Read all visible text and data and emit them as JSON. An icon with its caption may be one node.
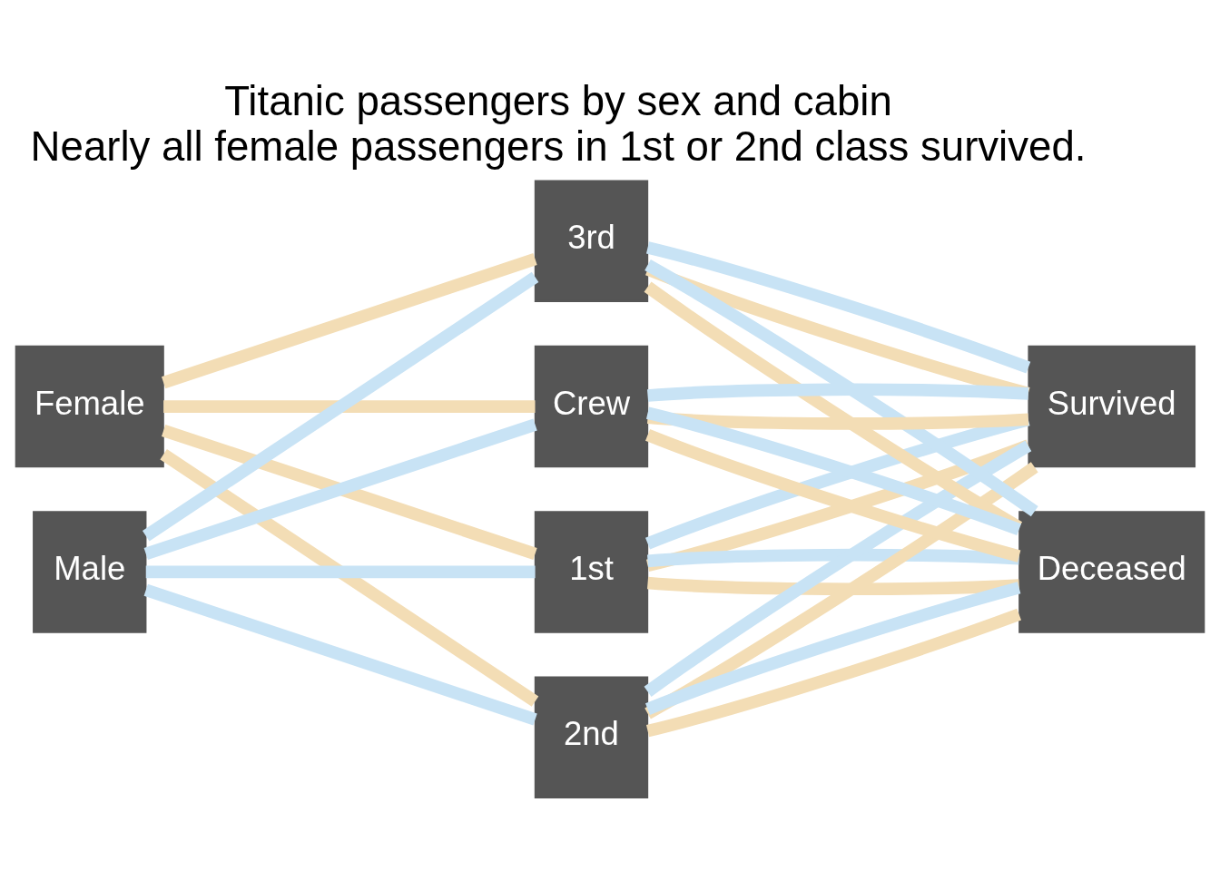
{
  "diagram": {
    "title": "Titanic passengers by sex and cabin",
    "caption": "Nearly all female passengers in 1st or 2nd class survived.",
    "nodes": [
      {
        "text": [
          "Female"
        ]
      },
      {
        "text": [
          "Male"
        ]
      },
      {
        "text": [
          "1st"
        ]
      },
      {
        "text": [
          "2nd"
        ]
      },
      {
        "text": [
          "3rd"
        ]
      },
      {
        "text": [
          "Crew"
        ]
      },
      {
        "text": [
          "Survived"
        ]
      },
      {
        "text": [
          "Deceased"
        ]
      }
    ],
    "edges": [
      {
        "from": 0,
        "to": 2,
        "arrow": "none",
        "color": "#f3ddb5"
      },
      {
        "from": 0,
        "to": 3,
        "arrow": "none",
        "color": "#f3ddb5"
      },
      {
        "from": 0,
        "to": 4,
        "arrow": "none",
        "color": "#f3ddb5"
      },
      {
        "from": 0,
        "to": 5,
        "arrow": "none",
        "color": "#f3ddb5"
      },
      {
        "from": 1,
        "to": 2,
        "arrow": "none",
        "color": "#c8e3f5"
      },
      {
        "from": 1,
        "to": 3,
        "arrow": "none",
        "color": "#c8e3f5"
      },
      {
        "from": 1,
        "to": 4,
        "arrow": "none",
        "color": "#c8e3f5"
      },
      {
        "from": 1,
        "to": 5,
        "arrow": "none",
        "color": "#c8e3f5"
      },
      {
        "from": 2,
        "to": 6,
        "arrow": "none",
        "color": "#f3ddb5"
      },
      {
        "from": 2,
        "to": 7,
        "arrow": "none",
        "color": "#f3ddb5"
      },
      {
        "from": 2,
        "to": 6,
        "arrow": "none",
        "color": "#c8e3f5"
      },
      {
        "from": 2,
        "to": 7,
        "arrow": "none",
        "color": "#c8e3f5"
      },
      {
        "from": 3,
        "to": 6,
        "arrow": "none",
        "color": "#f3ddb5"
      },
      {
        "from": 3,
        "to": 7,
        "arrow": "none",
        "color": "#f3ddb5"
      },
      {
        "from": 3,
        "to": 6,
        "arrow": "none",
        "color": "#c8e3f5"
      },
      {
        "from": 3,
        "to": 7,
        "arrow": "none",
        "color": "#c8e3f5"
      },
      {
        "from": 4,
        "to": 6,
        "arrow": "none",
        "color": "#f3ddb5"
      },
      {
        "from": 4,
        "to": 7,
        "arrow": "none",
        "color": "#f3ddb5"
      },
      {
        "from": 4,
        "to": 6,
        "arrow": "none",
        "color": "#c8e3f5"
      },
      {
        "from": 4,
        "to": 7,
        "arrow": "none",
        "color": "#c8e3f5"
      },
      {
        "from": 5,
        "to": 6,
        "arrow": "none",
        "color": "#f3ddb5"
      },
      {
        "from": 5,
        "to": 7,
        "arrow": "none",
        "color": "#f3ddb5"
      },
      {
        "from": 5,
        "to": 6,
        "arrow": "none",
        "color": "#c8e3f5"
      },
      {
        "from": 5,
        "to": 7,
        "arrow": "none",
        "color": "#c8e3f5"
      }
    ]
  }
}
